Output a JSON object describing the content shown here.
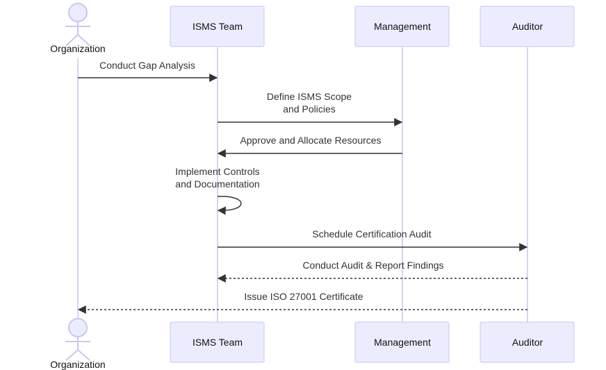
{
  "participants": [
    {
      "id": "org",
      "label": "Organization",
      "kind": "actor"
    },
    {
      "id": "isms",
      "label": "ISMS Team",
      "kind": "participant"
    },
    {
      "id": "mgmt",
      "label": "Management",
      "kind": "participant"
    },
    {
      "id": "aud",
      "label": "Auditor",
      "kind": "participant"
    }
  ],
  "messages": [
    {
      "from": "org",
      "to": "isms",
      "lines": [
        "Conduct Gap Analysis"
      ],
      "style": "solid"
    },
    {
      "from": "isms",
      "to": "mgmt",
      "lines": [
        "Define ISMS Scope",
        "and Policies"
      ],
      "style": "solid"
    },
    {
      "from": "mgmt",
      "to": "isms",
      "lines": [
        "Approve and Allocate Resources"
      ],
      "style": "solid"
    },
    {
      "from": "isms",
      "to": "isms",
      "lines": [
        "Implement Controls",
        "and Documentation"
      ],
      "style": "solid"
    },
    {
      "from": "isms",
      "to": "aud",
      "lines": [
        "Schedule Certification Audit"
      ],
      "style": "solid"
    },
    {
      "from": "aud",
      "to": "isms",
      "lines": [
        "Conduct Audit & Report Findings"
      ],
      "style": "dashed"
    },
    {
      "from": "aud",
      "to": "org",
      "lines": [
        "Issue ISO 27001 Certificate"
      ],
      "style": "dashed"
    }
  ],
  "colors": {
    "actor_fill": "#ECECFF",
    "actor_stroke": "#c9c6f0",
    "line": "#333333"
  }
}
